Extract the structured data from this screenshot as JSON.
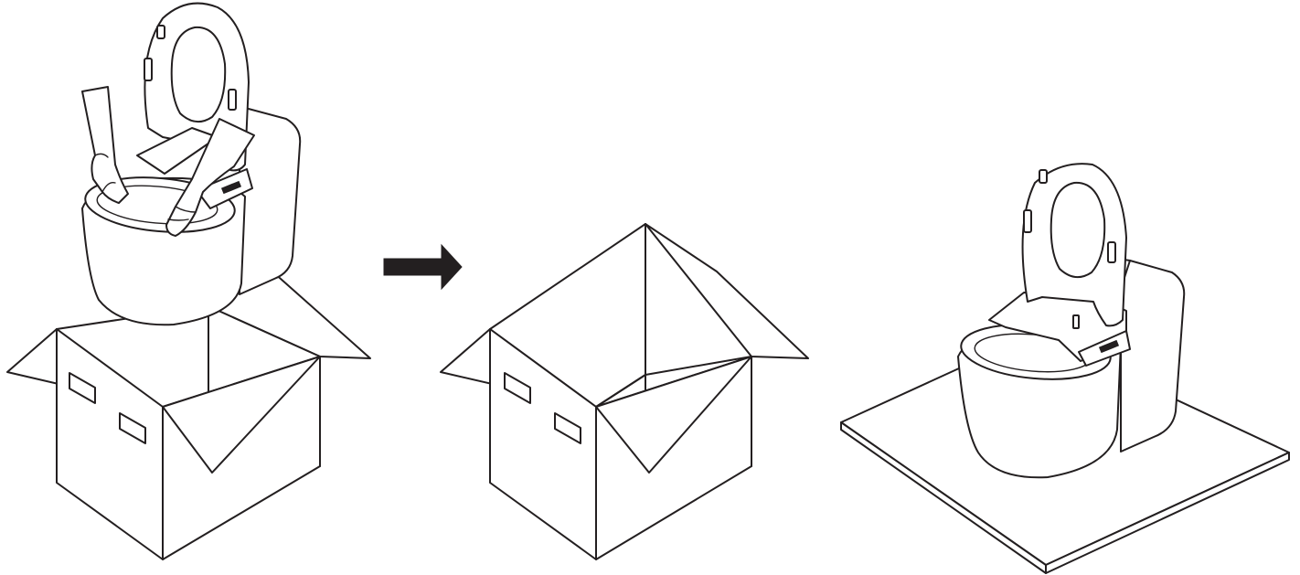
{
  "steps": [
    {
      "name": "lift-toilet-out-of-box"
    },
    {
      "name": "empty-open-box"
    },
    {
      "name": "toilet-on-floor-board"
    }
  ],
  "colors": {
    "line": "#231f20",
    "background": "#ffffff",
    "arrow": "#231f20"
  },
  "icons": [
    "right-arrow-icon"
  ]
}
